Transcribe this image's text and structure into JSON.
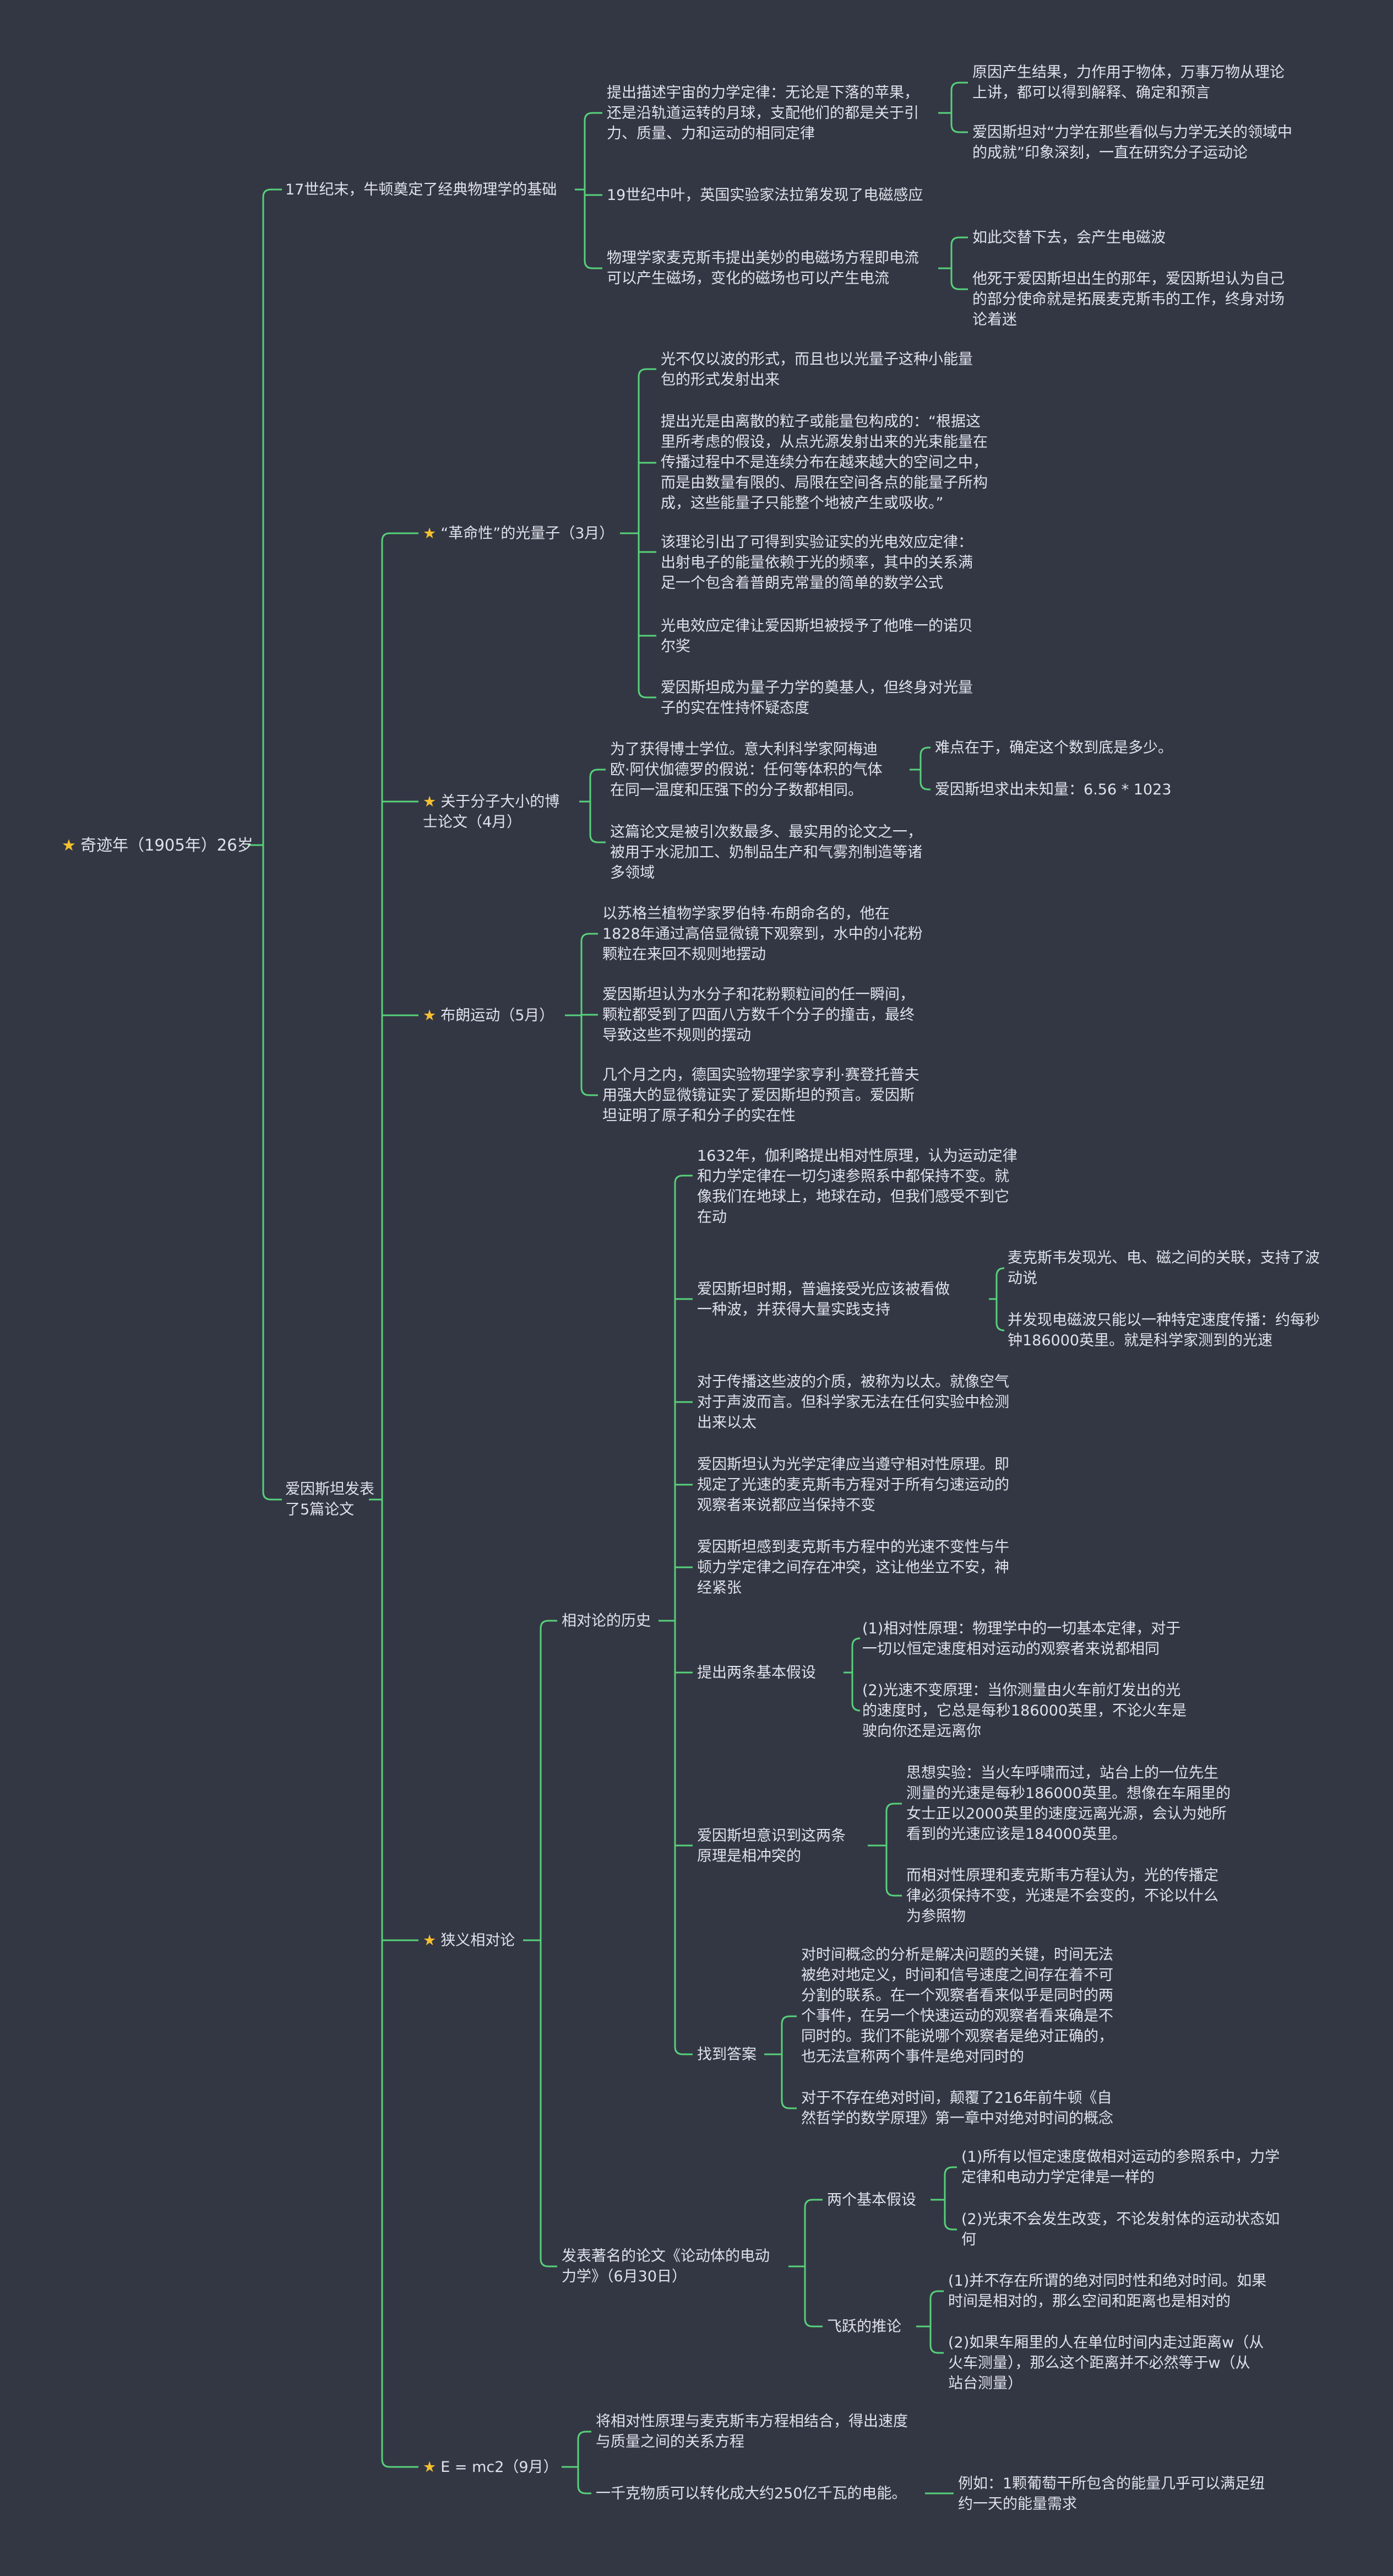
{
  "colors": {
    "background": "#333744",
    "link": "#57d17a",
    "text": "#dfe2ea",
    "star": "#f6c02e"
  },
  "nodes": {
    "root": {
      "icon": "star-icon",
      "label": "奇迹年（1905年）26岁"
    },
    "a": {
      "label": "17世纪末，牛顿奠定了经典物理学的基础"
    },
    "a1": {
      "label": "提出描述宇宙的力学定律：无论是下落的苹果，\n还是沿轨道运转的月球，支配他们的都是关于引\n力、质量、力和运动的相同定律"
    },
    "a1a": {
      "label": "原因产生结果，力作用于物体，万事万物从理论\n上讲，都可以得到解释、确定和预言"
    },
    "a1b": {
      "label": "爱因斯坦对“力学在那些看似与力学无关的领域中\n的成就”印象深刻，一直在研究分子运动论"
    },
    "a2": {
      "label": "19世纪中叶，英国实验家法拉第发现了电磁感应"
    },
    "a3": {
      "label": "物理学家麦克斯韦提出美妙的电磁场方程即电流\n可以产生磁场，变化的磁场也可以产生电流"
    },
    "a3a": {
      "label": "如此交替下去，会产生电磁波"
    },
    "a3b": {
      "label": "他死于爱因斯坦出生的那年，爱因斯坦认为自己\n的部分使命就是拓展麦克斯韦的工作，终身对场\n论着迷"
    },
    "b": {
      "label": "爱因斯坦发表\n了5篇论文"
    },
    "c1": {
      "icon": "star-icon",
      "label": "“革命性”的光量子（3月）"
    },
    "c1a": {
      "label": "光不仅以波的形式，而且也以光量子这种小能量\n包的形式发射出来"
    },
    "c1b": {
      "label": "提出光是由离散的粒子或能量包构成的：“根据这\n里所考虑的假设，从点光源发射出来的光束能量在\n传播过程中不是连续分布在越来越大的空间之中，\n而是由数量有限的、局限在空间各点的能量子所构\n成，这些能量子只能整个地被产生或吸收。”"
    },
    "c1c": {
      "label": "该理论引出了可得到实验证实的光电效应定律：\n出射电子的能量依赖于光的频率，其中的关系满\n足一个包含着普朗克常量的简单的数学公式"
    },
    "c1d": {
      "label": "光电效应定律让爱因斯坦被授予了他唯一的诺贝\n尔奖"
    },
    "c1e": {
      "label": "爱因斯坦成为量子力学的奠基人，但终身对光量\n子的实在性持怀疑态度"
    },
    "c2": {
      "icon": "star-icon",
      "label": "关于分子大小的博\n士论文（4月）"
    },
    "c2a": {
      "label": "为了获得博士学位。意大利科学家阿梅迪\n欧·阿伏伽德罗的假说：任何等体积的气体\n在同一温度和压强下的分子数都相同。"
    },
    "c2a1": {
      "label": "难点在于，确定这个数到底是多少。"
    },
    "c2a2": {
      "label": "爱因斯坦求出未知量：6.56 * 1023"
    },
    "c2b": {
      "label": "这篇论文是被引次数最多、最实用的论文之一，\n被用于水泥加工、奶制品生产和气雾剂制造等诸\n多领域"
    },
    "c3": {
      "icon": "star-icon",
      "label": "布朗运动（5月）"
    },
    "c3a": {
      "label": "以苏格兰植物学家罗伯特·布朗命名的，他在\n1828年通过高倍显微镜下观察到，水中的小花粉\n颗粒在来回不规则地摆动"
    },
    "c3b": {
      "label": "爱因斯坦认为水分子和花粉颗粒间的任一瞬间，\n颗粒都受到了四面八方数千个分子的撞击，最终\n导致这些不规则的摆动"
    },
    "c3c": {
      "label": "几个月之内，德国实验物理学家亨利·赛登托普夫\n用强大的显微镜证实了爱因斯坦的预言。爱因斯\n坦证明了原子和分子的实在性"
    },
    "c4": {
      "icon": "star-icon",
      "label": "狭义相对论"
    },
    "h": {
      "label": "相对论的历史"
    },
    "h1": {
      "label": "1632年，伽利略提出相对性原理，认为运动定律\n和力学定律在一切匀速参照系中都保持不变。就\n像我们在地球上，地球在动，但我们感受不到它\n在动"
    },
    "h2": {
      "label": "爱因斯坦时期，普遍接受光应该被看做\n一种波，并获得大量实践支持"
    },
    "h2a": {
      "label": "麦克斯韦发现光、电、磁之间的关联，支持了波\n动说"
    },
    "h2b": {
      "label": "并发现电磁波只能以一种特定速度传播：约每秒\n钟186000英里。就是科学家测到的光速"
    },
    "h3": {
      "label": "对于传播这些波的介质，被称为以太。就像空气\n对于声波而言。但科学家无法在任何实验中检测\n出来以太"
    },
    "h4": {
      "label": "爱因斯坦认为光学定律应当遵守相对性原理。即\n规定了光速的麦克斯韦方程对于所有匀速运动的\n观察者来说都应当保持不变"
    },
    "h5": {
      "label": "爱因斯坦感到麦克斯韦方程中的光速不变性与牛\n顿力学定律之间存在冲突，这让他坐立不安，神\n经紧张"
    },
    "h6": {
      "label": "提出两条基本假设"
    },
    "h6a": {
      "label": "(1)相对性原理：物理学中的一切基本定律，对于\n一切以恒定速度相对运动的观察者来说都相同"
    },
    "h6b": {
      "label": "(2)光速不变原理：当你测量由火车前灯发出的光\n的速度时，它总是每秒186000英里，不论火车是\n驶向你还是远离你"
    },
    "h7": {
      "label": "爱因斯坦意识到这两条\n原理是相冲突的"
    },
    "h7a": {
      "label": "思想实验：当火车呼啸而过，站台上的一位先生\n测量的光速是每秒186000英里。想像在车厢里的\n女士正以2000英里的速度远离光源，会认为她所\n看到的光速应该是184000英里。"
    },
    "h7b": {
      "label": "而相对性原理和麦克斯韦方程认为，光的传播定\n律必须保持不变，光速是不会变的，不论以什么\n为参照物"
    },
    "h8": {
      "label": "找到答案"
    },
    "h8a": {
      "label": "对时间概念的分析是解决问题的关键，时间无法\n被绝对地定义，时间和信号速度之间存在着不可\n分割的联系。在一个观察者看来似乎是同时的两\n个事件，在另一个快速运动的观察者看来确是不\n同时的。我们不能说哪个观察者是绝对正确的，\n也无法宣称两个事件是绝对同时的"
    },
    "h8b": {
      "label": "对于不存在绝对时间，颠覆了216年前牛顿《自\n然哲学的数学原理》第一章中对绝对时间的概念"
    },
    "p": {
      "label": "发表著名的论文《论动体的电动\n力学》（6月30日）"
    },
    "p1": {
      "label": "两个基本假设"
    },
    "p1a": {
      "label": "(1)所有以恒定速度做相对运动的参照系中，力学\n定律和电动力学定律是一样的"
    },
    "p1b": {
      "label": "(2)光束不会发生改变，不论发射体的运动状态如\n何"
    },
    "p2": {
      "label": "飞跃的推论"
    },
    "p2a": {
      "label": "(1)并不存在所谓的绝对同时性和绝对时间。如果\n时间是相对的，那么空间和距离也是相对的"
    },
    "p2b": {
      "label": "(2)如果车厢里的人在单位时间内走过距离w（从\n火车测量），那么这个距离并不必然等于w（从\n站台测量）"
    },
    "c5": {
      "icon": "star-icon",
      "label": "E = mc2（9月）"
    },
    "c5a": {
      "label": "将相对性原理与麦克斯韦方程相结合，得出速度\n与质量之间的关系方程"
    },
    "c5b": {
      "label": "一千克物质可以转化成大约250亿千瓦的电能。"
    },
    "c5b1": {
      "label": "例如：1颗葡萄干所包含的能量几乎可以满足纽\n约一天的能量需求"
    }
  }
}
